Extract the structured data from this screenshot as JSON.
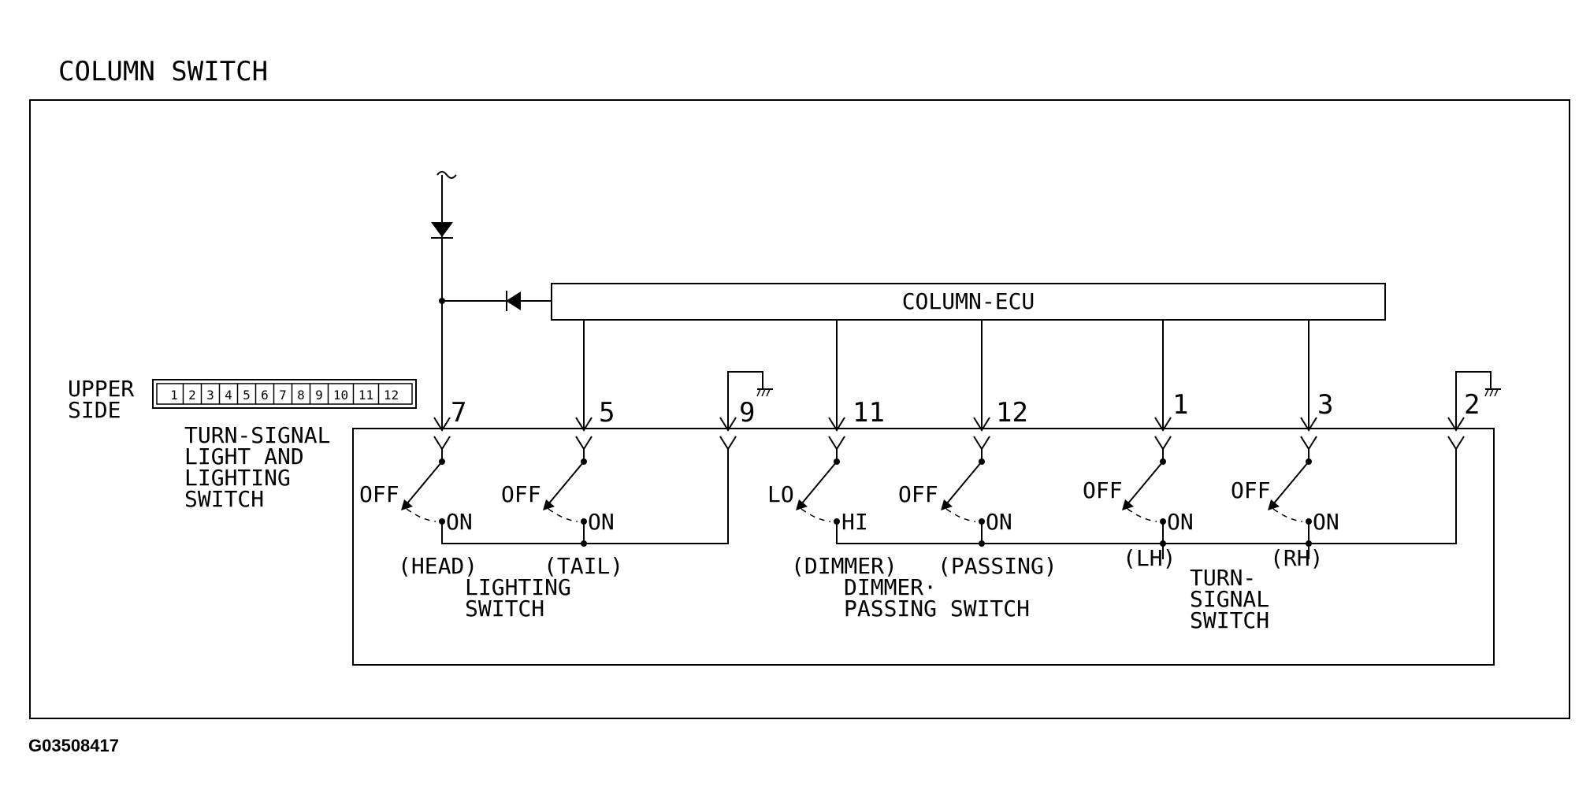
{
  "title": "COLUMN SWITCH",
  "ecu_label": "COLUMN-ECU",
  "connector": {
    "side_label_1": "UPPER",
    "side_label_2": "SIDE",
    "pins": [
      "1",
      "2",
      "3",
      "4",
      "5",
      "6",
      "7",
      "8",
      "9",
      "10",
      "11",
      "12"
    ]
  },
  "switch_name_lines": [
    "TURN-SIGNAL",
    "LIGHT AND",
    "LIGHTING",
    "SWITCH"
  ],
  "terminals": {
    "t7": "7",
    "t5": "5",
    "t9": "9",
    "t11": "11",
    "t12": "12",
    "t1": "1",
    "t3": "3",
    "t2": "2"
  },
  "contacts": {
    "head": {
      "from": "OFF",
      "to": "ON",
      "name": "(HEAD)"
    },
    "tail": {
      "from": "OFF",
      "to": "ON",
      "name": "(TAIL)"
    },
    "dimmer": {
      "from": "LO",
      "to": "HI",
      "name": "(DIMMER)"
    },
    "passing": {
      "from": "OFF",
      "to": "ON",
      "name": "(PASSING)"
    },
    "lh": {
      "from": "OFF",
      "to": "ON",
      "name": "(LH)"
    },
    "rh": {
      "from": "OFF",
      "to": "ON",
      "name": "(RH)"
    }
  },
  "groups": {
    "lighting": [
      "LIGHTING",
      "SWITCH"
    ],
    "dimmer_passing": [
      "DIMMER·",
      "PASSING SWITCH"
    ],
    "turn_signal": [
      "TURN-",
      "SIGNAL",
      "SWITCH"
    ]
  },
  "figure_id": "G03508417"
}
